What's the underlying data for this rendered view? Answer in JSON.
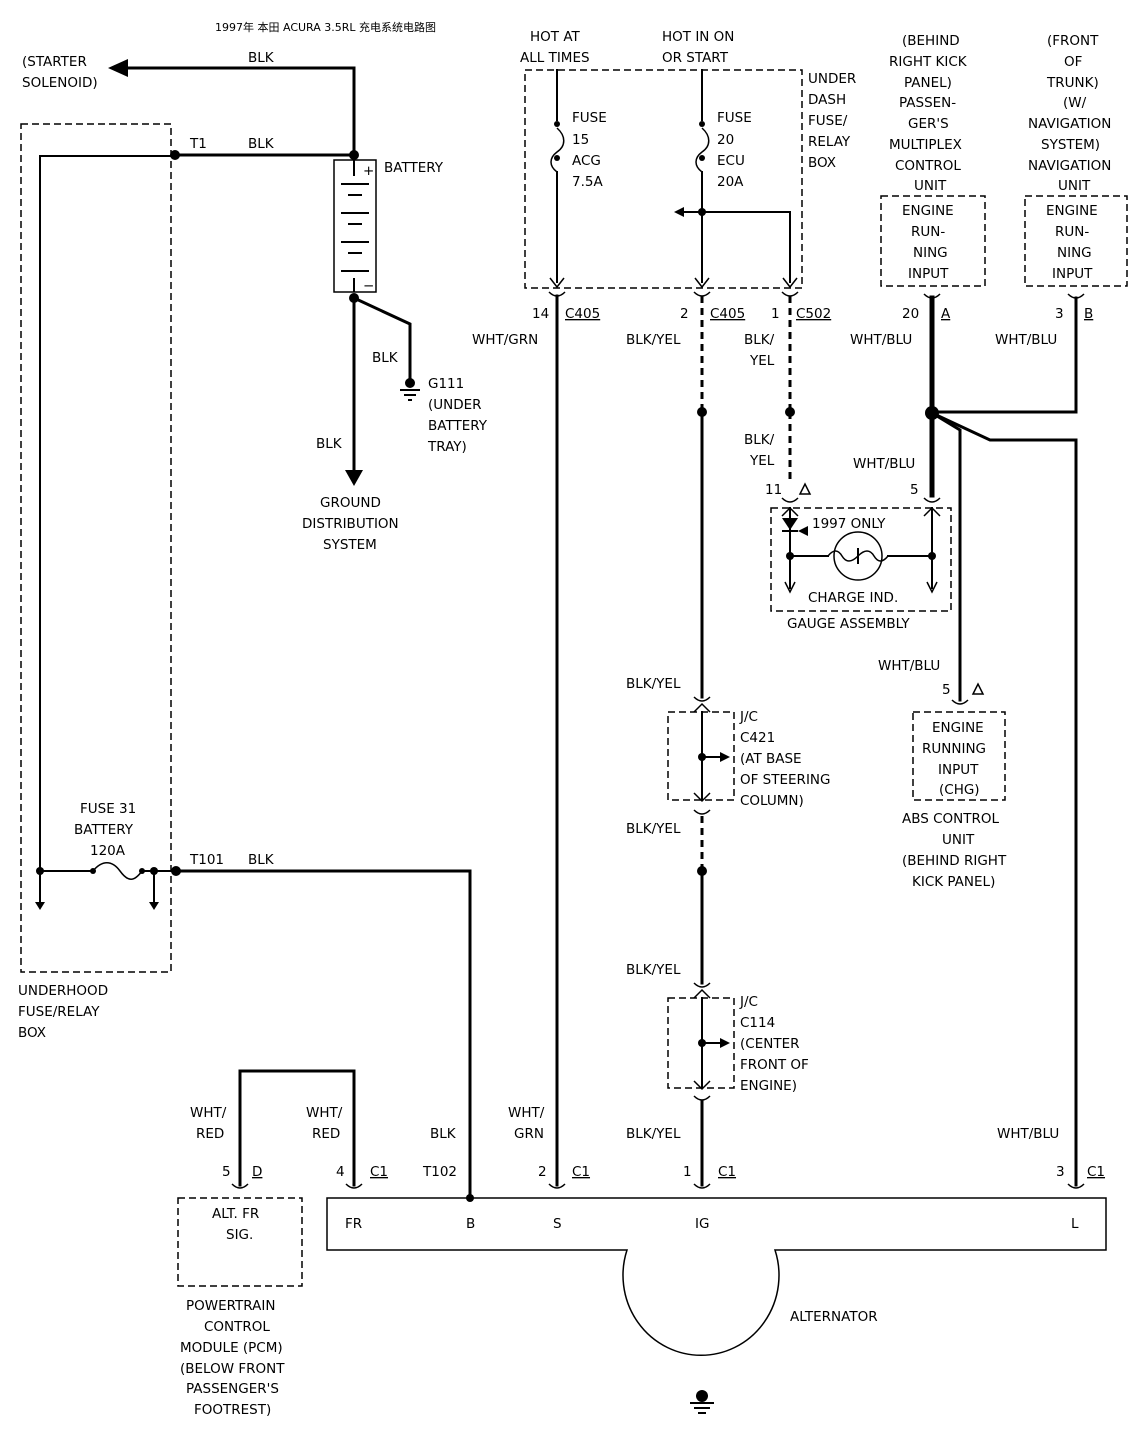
{
  "title": "1997年 本田 ACURA 3.5RL 充电系统电路图",
  "labels": {
    "starter": [
      "(STARTER",
      "SOLENOID)"
    ],
    "blk": "BLK",
    "t1": "T1",
    "t101": "T101",
    "t102": "T102",
    "battery": "BATTERY",
    "g111": [
      "G111",
      "(UNDER",
      "BATTERY",
      "TRAY)"
    ],
    "ground": [
      "GROUND",
      "DISTRIBUTION",
      "SYSTEM"
    ],
    "hot_always": [
      "HOT AT",
      "ALL TIMES"
    ],
    "hot_on": [
      "HOT IN ON",
      "OR START"
    ],
    "under_dash": [
      "UNDER",
      "DASH",
      "FUSE/",
      "RELAY",
      "BOX"
    ],
    "fuse15": [
      "FUSE",
      "15",
      "ACG",
      "7.5A"
    ],
    "fuse20": [
      "FUSE",
      "20",
      "ECU",
      "20A"
    ],
    "multiplex": [
      "(BEHIND",
      "RIGHT KICK",
      "PANEL)",
      "PASSEN-",
      "GER'S",
      "MULTIPLEX",
      "CONTROL",
      "UNIT"
    ],
    "navigation": [
      "(FRONT",
      "OF",
      "TRUNK)",
      "(W/",
      "NAVIGATION",
      "SYSTEM)",
      "NAVIGATION",
      "UNIT"
    ],
    "engine_running": [
      "ENGINE",
      "RUN-",
      "NING",
      "INPUT"
    ],
    "conn": {
      "p14": "14",
      "c405": "C405",
      "p2": "2",
      "p1": "1",
      "c502": "C502",
      "p20": "20",
      "a": "A",
      "p3": "3",
      "b": "B",
      "p11": "11",
      "p5": "5",
      "p4": "4",
      "c1": "C1",
      "d": "D"
    },
    "wht_grn": "WHT/GRN",
    "wht_grn_split": [
      "WHT/",
      "GRN"
    ],
    "blk_yel": "BLK/YEL",
    "blk_yel_split": [
      "BLK/",
      "YEL"
    ],
    "wht_blu": "WHT/BLU",
    "wht_red": [
      "WHT/",
      "RED"
    ],
    "only1997": "1997 ONLY",
    "charge_ind": "CHARGE IND.",
    "gauge": "GAUGE ASSEMBLY",
    "jc421": [
      "J/C",
      "C421",
      "(AT BASE",
      "OF STEERING",
      "COLUMN)"
    ],
    "jc114": [
      "J/C",
      "C114",
      "(CENTER",
      "FRONT OF",
      "ENGINE)"
    ],
    "abs_input": [
      "ENGINE",
      "RUNNING",
      "INPUT",
      "(CHG)"
    ],
    "abs_unit": [
      "ABS CONTROL",
      "UNIT",
      "(BEHIND RIGHT",
      "KICK PANEL)"
    ],
    "fuse31": [
      "FUSE 31",
      "BATTERY",
      "120A"
    ],
    "underhood": [
      "UNDERHOOD",
      "FUSE/RELAY",
      "BOX"
    ],
    "alt_fr": [
      "ALT. FR",
      "SIG."
    ],
    "pcm": [
      "POWERTRAIN",
      "CONTROL",
      "MODULE (PCM)",
      "(BELOW FRONT",
      "PASSENGER'S",
      "FOOTREST)"
    ],
    "terminals": [
      "FR",
      "B",
      "S",
      "IG",
      "L"
    ],
    "alternator": "ALTERNATOR",
    "plus": "+",
    "minus": "−"
  }
}
